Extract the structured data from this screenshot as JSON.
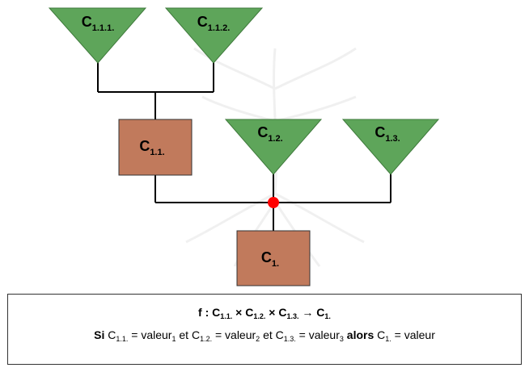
{
  "nodes": {
    "c111": {
      "base": "C",
      "sub": "1.1.1."
    },
    "c112": {
      "base": "C",
      "sub": "1.1.2."
    },
    "c11": {
      "base": "C",
      "sub": "1.1."
    },
    "c12": {
      "base": "C",
      "sub": "1.2."
    },
    "c13": {
      "base": "C",
      "sub": "1.3."
    },
    "c1": {
      "base": "C",
      "sub": "1."
    }
  },
  "formula": {
    "prefix": "f : ",
    "t1": "C",
    "t1_sub": "1.1.",
    "times1": " × ",
    "t2": "C",
    "t2_sub": "1.2.",
    "times2": " × ",
    "t3": "C",
    "t3_sub": "1.3.",
    "arrow": " → ",
    "t4": "C",
    "t4_sub": "1."
  },
  "rule": {
    "si": "Si",
    "c1": " C",
    "c1_sub": "1.1.",
    "eq1": " = valeur",
    "v1_sub": "1",
    "et1": " et C",
    "c2_sub": "1.2.",
    "eq2": " = valeur",
    "v2_sub": "2",
    "et2": " et C",
    "c3_sub": "1.3.",
    "eq3": " = valeur",
    "v3_sub": "3",
    "alors": " alors",
    "c4": " C",
    "c4_sub": "1.",
    "eq4": " = valeur"
  },
  "colors": {
    "triangle_fill": "#5ea55a",
    "triangle_stroke": "#3f7a3c",
    "box_fill": "#c17a5c",
    "box_stroke": "#333333",
    "line": "#000000",
    "junction": "#ff0000"
  }
}
